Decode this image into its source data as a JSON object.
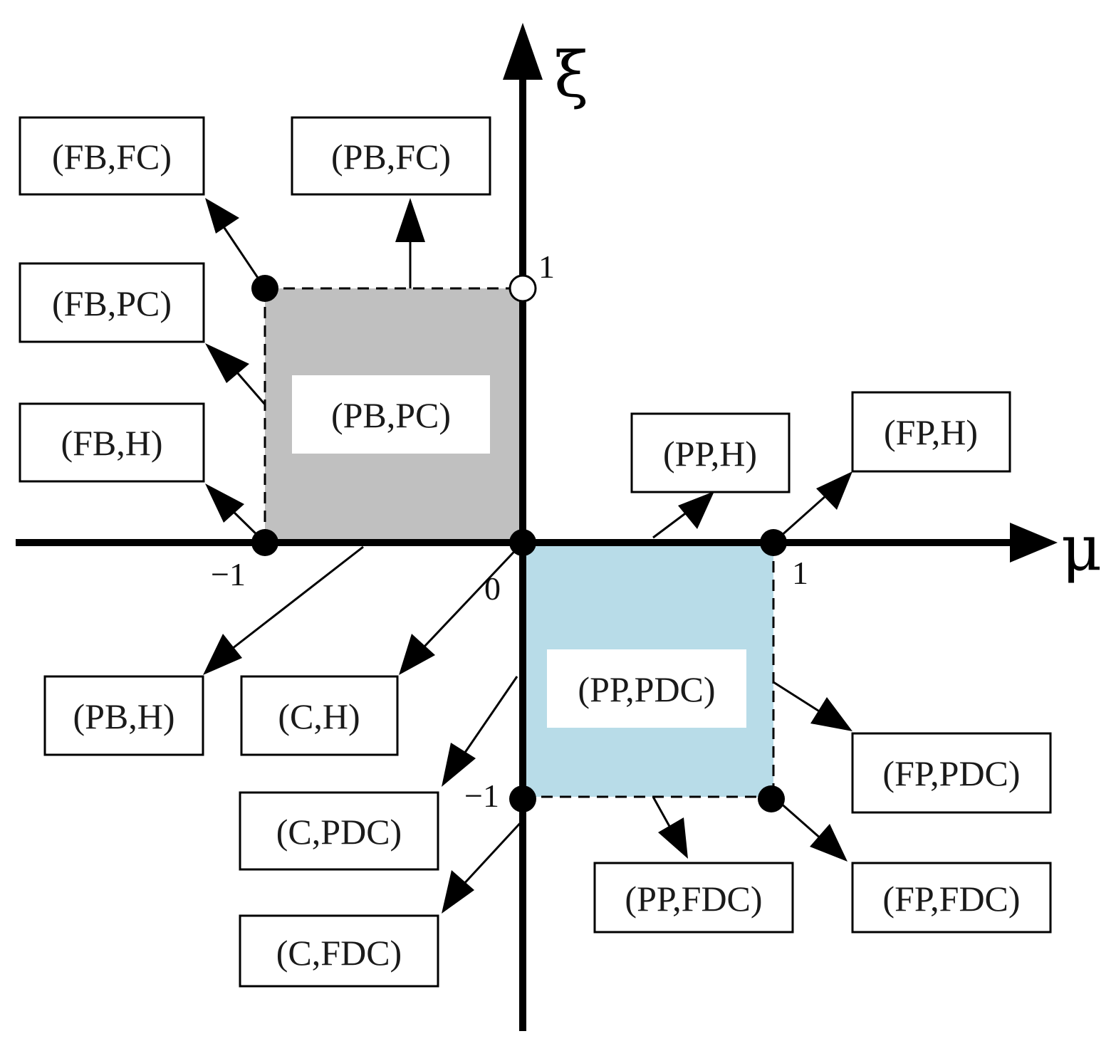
{
  "axes": {
    "x_label": "μ",
    "y_label": "ξ",
    "ticks": {
      "x_neg1": "−1",
      "x_pos1": "1",
      "origin": "0",
      "y_pos1": "1",
      "y_neg1": "−1"
    }
  },
  "regions": {
    "upper_left": {
      "label": "(PB,PC)",
      "color": "#c0c0c0"
    },
    "lower_right": {
      "label": "(PP,PDC)",
      "color": "#b8dce8"
    }
  },
  "boxes": {
    "fb_fc": "(FB,FC)",
    "pb_fc": "(PB,FC)",
    "fb_pc": "(FB,PC)",
    "fb_h": "(FB,H)",
    "pp_h": "(PP,H)",
    "fp_h": "(FP,H)",
    "pb_h": "(PB,H)",
    "c_h": "(C,H)",
    "fp_pdc": "(FP,PDC)",
    "c_pdc": "(C,PDC)",
    "pp_fdc": "(PP,FDC)",
    "fp_fdc": "(FP,FDC)",
    "c_fdc": "(C,FDC)"
  },
  "points": {
    "filled": [
      "(-1,1)",
      "(-1,0)",
      "(0,0)",
      "(1,0)",
      "(0,-1)",
      "(1,-1)"
    ],
    "open": [
      "(0,1)"
    ]
  }
}
